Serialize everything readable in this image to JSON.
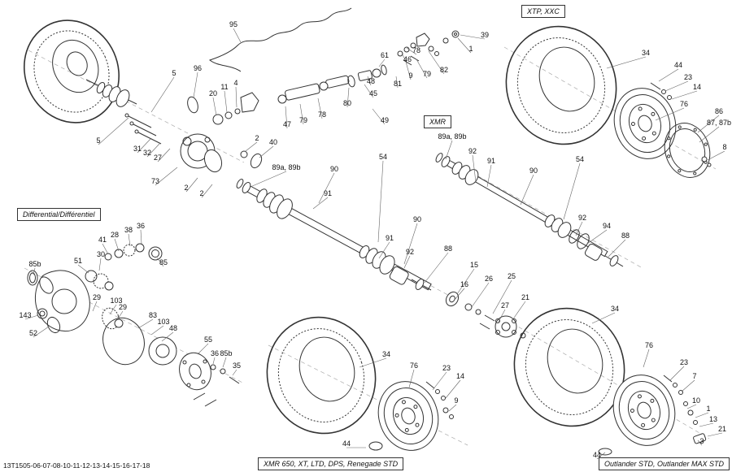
{
  "diagram": {
    "part_code": "13T1505-06-07-08-10-11-12-13-14-15-16-17-18",
    "labels": {
      "xtp_xxc": "XTP, XXC",
      "xmr": "XMR",
      "differential": "Differential/Différentiel",
      "xmr650": "XMR 650, XT, LTD, DPS, Renegade STD",
      "outlander": "Outlander STD, Outlander MAX STD"
    },
    "colors": {
      "line": "#333333",
      "leader": "#666666",
      "background": "#ffffff"
    },
    "callouts": [
      [
        "95",
        287,
        33,
        296,
        52
      ],
      [
        "96",
        243,
        87,
        238,
        120
      ],
      [
        "5",
        214,
        93,
        186,
        138
      ],
      [
        "20",
        262,
        118,
        266,
        142
      ],
      [
        "11",
        276,
        110,
        279,
        138
      ],
      [
        "4",
        290,
        105,
        291,
        132
      ],
      [
        "39",
        596,
        46,
        566,
        43
      ],
      [
        "1",
        579,
        63,
        563,
        47
      ],
      [
        "78",
        512,
        65,
        500,
        59
      ],
      [
        "46",
        501,
        76,
        494,
        66
      ],
      [
        "61",
        473,
        71,
        466,
        82
      ],
      [
        "79",
        525,
        94,
        512,
        73
      ],
      [
        "82",
        546,
        89,
        527,
        63
      ],
      [
        "9",
        505,
        96,
        499,
        76
      ],
      [
        "81",
        489,
        106,
        487,
        94
      ],
      [
        "48",
        456,
        103,
        452,
        94
      ],
      [
        "45",
        459,
        118,
        448,
        104
      ],
      [
        "80",
        427,
        130,
        429,
        108
      ],
      [
        "49",
        473,
        151,
        458,
        134
      ],
      [
        "47",
        353,
        156,
        351,
        131
      ],
      [
        "79",
        373,
        151,
        369,
        128
      ],
      [
        "78",
        396,
        144,
        391,
        121
      ],
      [
        "34",
        794,
        68,
        746,
        84
      ],
      [
        "44",
        834,
        83,
        810,
        100
      ],
      [
        "23",
        846,
        98,
        818,
        112
      ],
      [
        "14",
        857,
        110,
        826,
        122
      ],
      [
        "76",
        841,
        131,
        806,
        148
      ],
      [
        "86",
        884,
        140,
        858,
        163
      ],
      [
        "87, 87b",
        884,
        154,
        860,
        175
      ],
      [
        "8",
        891,
        184,
        870,
        197
      ],
      [
        "5",
        121,
        176,
        158,
        145
      ],
      [
        "31",
        169,
        186,
        186,
        170
      ],
      [
        "32",
        181,
        191,
        197,
        176
      ],
      [
        "27",
        194,
        197,
        209,
        183
      ],
      [
        "2",
        316,
        173,
        302,
        186
      ],
      [
        "40",
        336,
        178,
        319,
        194
      ],
      [
        "73",
        191,
        226,
        218,
        206
      ],
      [
        "2",
        229,
        234,
        243,
        219
      ],
      [
        "2",
        248,
        241,
        261,
        227
      ],
      [
        "89a, 89b",
        352,
        209,
        308,
        230
      ],
      [
        "90",
        411,
        211,
        392,
        250
      ],
      [
        "91",
        403,
        241,
        385,
        257
      ],
      [
        "54",
        471,
        196,
        465,
        298
      ],
      [
        "89a, 89b",
        556,
        171,
        548,
        196
      ],
      [
        "92",
        581,
        189,
        585,
        224
      ],
      [
        "91",
        604,
        201,
        599,
        230
      ],
      [
        "90",
        656,
        213,
        640,
        252
      ],
      [
        "54",
        713,
        199,
        693,
        270
      ],
      [
        "92",
        716,
        271,
        708,
        290
      ],
      [
        "94",
        746,
        281,
        722,
        300
      ],
      [
        "88",
        769,
        293,
        748,
        316
      ],
      [
        "90",
        513,
        273,
        497,
        325
      ],
      [
        "91",
        479,
        296,
        466,
        318
      ],
      [
        "92",
        504,
        313,
        497,
        330
      ],
      [
        "88",
        551,
        309,
        522,
        348
      ],
      [
        "15",
        583,
        329,
        562,
        362
      ],
      [
        "16",
        571,
        353,
        558,
        370
      ],
      [
        "26",
        601,
        346,
        580,
        378
      ],
      [
        "25",
        629,
        343,
        606,
        386
      ],
      [
        "21",
        646,
        369,
        630,
        394
      ],
      [
        "27",
        621,
        379,
        612,
        398
      ],
      [
        "34",
        756,
        383,
        728,
        398
      ],
      [
        "41",
        126,
        298,
        133,
        313
      ],
      [
        "28",
        141,
        292,
        146,
        309
      ],
      [
        "38",
        158,
        286,
        160,
        303
      ],
      [
        "36",
        173,
        281,
        174,
        300
      ],
      [
        "85",
        201,
        326,
        193,
        317
      ],
      [
        "51",
        96,
        324,
        109,
        336
      ],
      [
        "30",
        124,
        316,
        122,
        333
      ],
      [
        "85b",
        43,
        328,
        41,
        338
      ],
      [
        "143",
        31,
        391,
        47,
        388
      ],
      [
        "52",
        41,
        413,
        60,
        402
      ],
      [
        "29",
        119,
        369,
        114,
        383
      ],
      [
        "103",
        143,
        373,
        135,
        387
      ],
      [
        "29",
        151,
        381,
        144,
        394
      ],
      [
        "83",
        188,
        391,
        170,
        404
      ],
      [
        "103",
        201,
        399,
        186,
        412
      ],
      [
        "48",
        213,
        407,
        199,
        420
      ],
      [
        "55",
        256,
        421,
        243,
        436
      ],
      [
        "36",
        264,
        438,
        262,
        448
      ],
      [
        "85b",
        278,
        438,
        274,
        452
      ],
      [
        "35",
        291,
        453,
        286,
        462
      ],
      [
        "34",
        475,
        439,
        442,
        452
      ],
      [
        "76",
        509,
        453,
        503,
        477
      ],
      [
        "23",
        549,
        456,
        532,
        480
      ],
      [
        "14",
        566,
        466,
        548,
        490
      ],
      [
        "9",
        561,
        496,
        552,
        506
      ],
      [
        "44",
        426,
        549,
        450,
        551
      ],
      [
        "76",
        798,
        428,
        791,
        452
      ],
      [
        "23",
        841,
        449,
        824,
        468
      ],
      [
        "7",
        854,
        466,
        838,
        482
      ],
      [
        "10",
        856,
        496,
        845,
        503
      ],
      [
        "1",
        871,
        506,
        855,
        514
      ],
      [
        "13",
        877,
        519,
        860,
        525
      ],
      [
        "21",
        888,
        531,
        870,
        537
      ],
      [
        "3",
        863,
        546,
        858,
        542
      ],
      [
        "44",
        734,
        563,
        744,
        557
      ]
    ]
  }
}
